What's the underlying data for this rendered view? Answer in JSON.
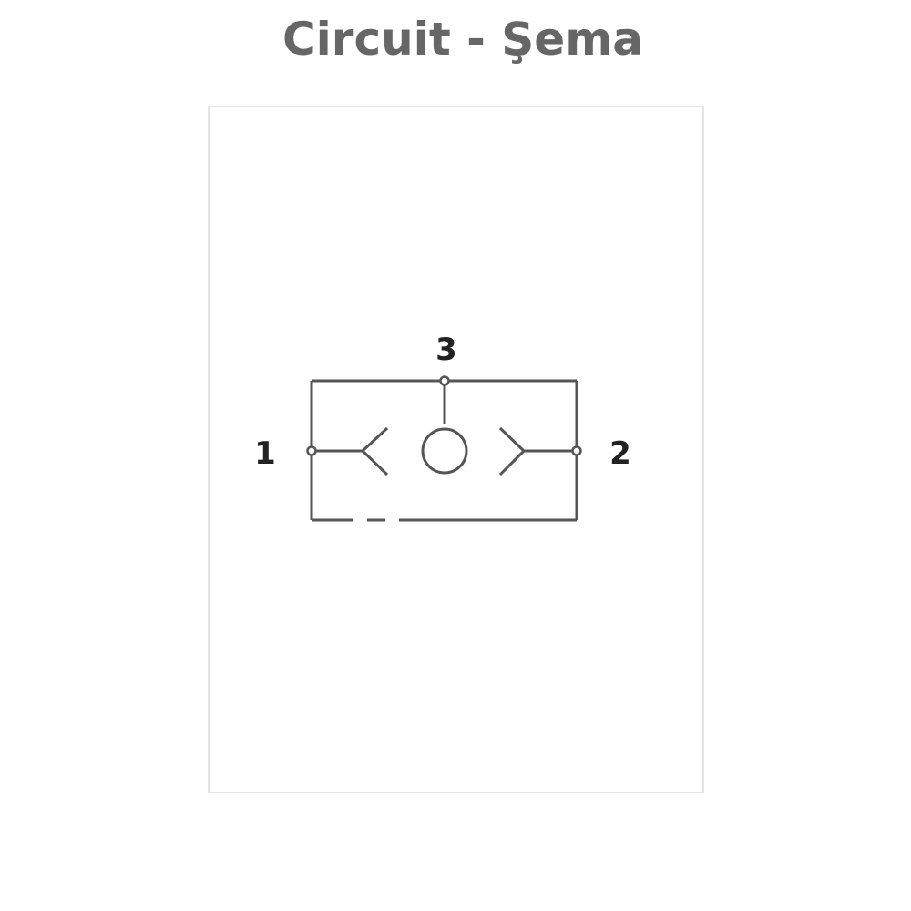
{
  "title": "Circuit - Şema",
  "terminals": {
    "t1": "1",
    "t2": "2",
    "t3": "3"
  },
  "colors": {
    "line": "#555555",
    "title": "#666666",
    "frame": "#e3e3e3"
  }
}
